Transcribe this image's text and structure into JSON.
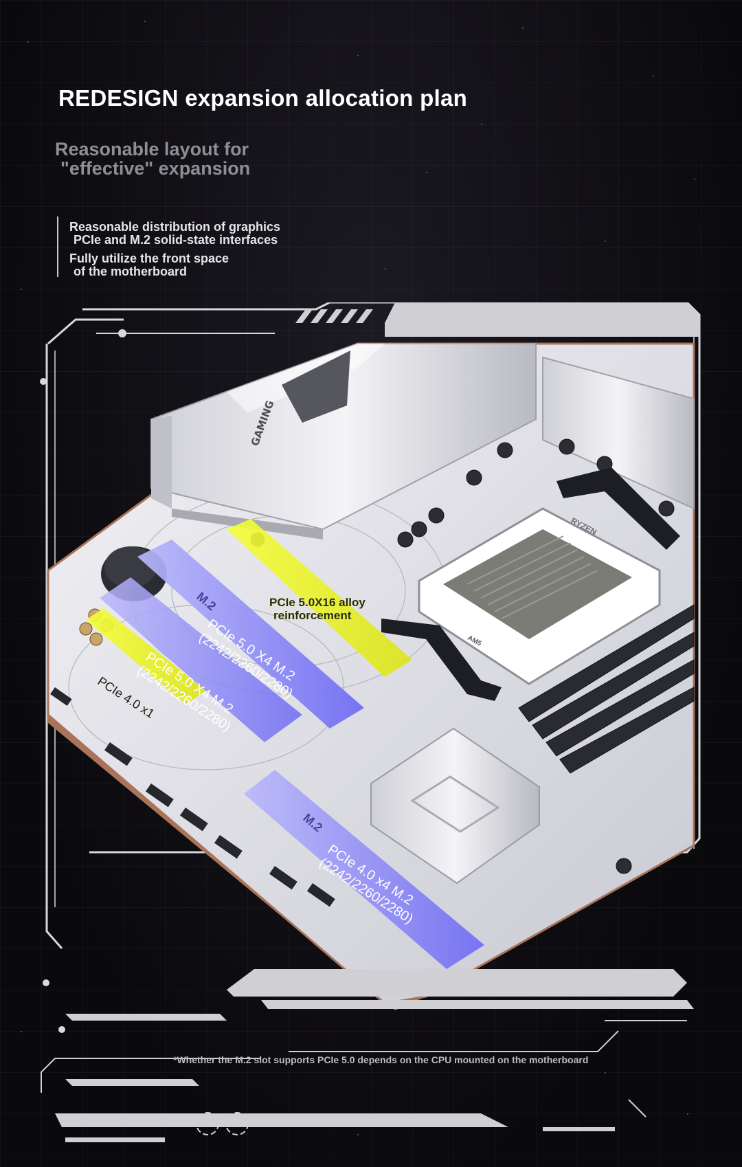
{
  "header": {
    "title": "REDESIGN expansion allocation plan",
    "subtitle_line1": "Reasonable layout for",
    "subtitle_line2": "\"effective\" expansion"
  },
  "features": [
    {
      "line1": "Reasonable distribution of graphics",
      "line2": "PCIe and M.2 solid-state interfaces"
    },
    {
      "line1": "Fully utilize the front space",
      "line2": "of the motherboard"
    }
  ],
  "board": {
    "heatsink_text": "GAMING",
    "cpu_text": "RYZEN",
    "socket_text": "AM5",
    "m2_tag": "M.2",
    "slots": [
      {
        "line1": "PCIe 5.0 X4 M.2",
        "line2": "(2242/2260/2280)"
      },
      {
        "line1": "PCIe 5.0 X4 M.2",
        "line2": "(2242/2260/2280)"
      },
      {
        "line1": "PCIe 4.0 x1"
      },
      {
        "line1": "PCIe 4.0 x4 M.2",
        "line2": "(2242/2260/2280)"
      }
    ],
    "callout_line1": "PCIe 5.0X16 alloy",
    "callout_line2": "reinforcement"
  },
  "footnote": "*Whether the M.2 slot supports PCIe 5.0 depends on the CPU mounted on the motherboard",
  "colors": {
    "background": "#0d0b10",
    "board_silver": "#dcdde3",
    "m2_highlight": "#7b78f5",
    "pcie_highlight": "#e6f01e",
    "subtitle_gray": "#8e8e94"
  }
}
